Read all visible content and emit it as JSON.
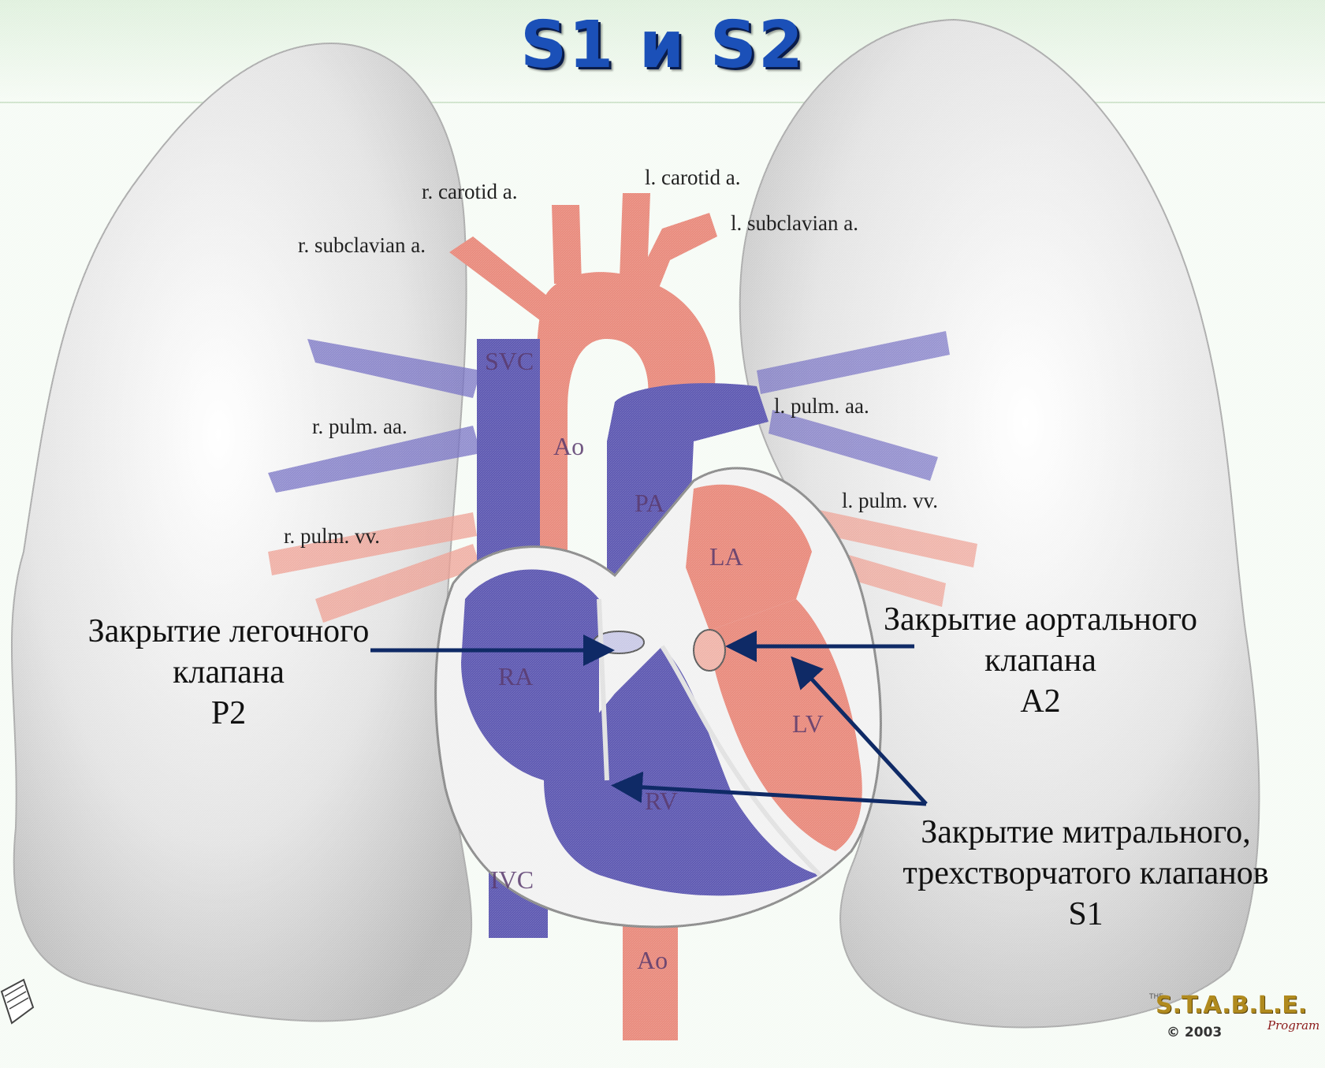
{
  "title": "S1 и S2",
  "labels": {
    "r_carotid": "r. carotid a.",
    "l_carotid": "l. carotid a.",
    "r_subclavian": "r. subclavian a.",
    "l_subclavian": "l. subclavian a.",
    "r_pulm_aa": "r. pulm. aa.",
    "l_pulm_aa": "l. pulm. aa.",
    "r_pulm_vv": "r. pulm. vv.",
    "l_pulm_vv": "l. pulm. vv."
  },
  "chambers": {
    "svc": "SVC",
    "ao": "Ao",
    "pa": "PA",
    "la": "LA",
    "ra": "RA",
    "lv": "LV",
    "rv": "RV",
    "ivc": "IVC",
    "ao_lower": "Ao"
  },
  "captions": {
    "p2": {
      "line1": "Закрытие легочного",
      "line2": "клапана",
      "line3": "P2"
    },
    "a2": {
      "line1": "Закрытие аортального",
      "line2": "клапана",
      "line3": "A2"
    },
    "s1": {
      "line1": "Закрытие митрального,",
      "line2": "трехстворчатого клапанов",
      "line3": "S1"
    }
  },
  "logo": {
    "tm": "THE",
    "name": "S.T.A.B.L.E.",
    "program": "Program",
    "copyright": "© 2003"
  },
  "colors": {
    "title": "#1b50b8",
    "arterial": "#e8887a",
    "venous": "#5a55b0",
    "lung": "#d8d8d8",
    "arrow": "#0f2a66"
  }
}
